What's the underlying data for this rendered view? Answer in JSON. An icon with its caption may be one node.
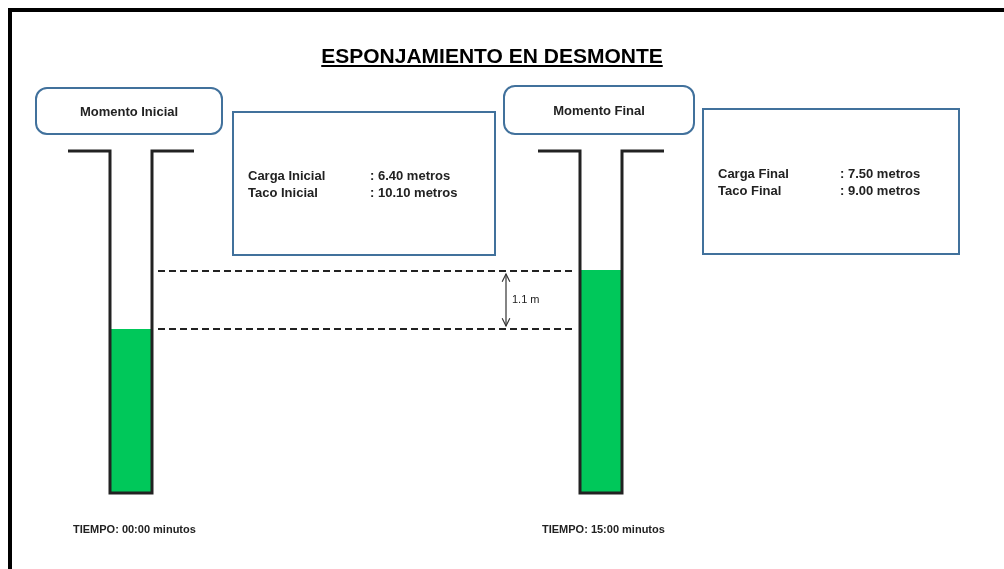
{
  "diagram": {
    "title": "ESPONJAMIENTO EN DESMONTE",
    "nodes": [
      {
        "text": [
          "Momento Inicial"
        ]
      },
      {
        "text": [
          "Carga Inicial",
          ": 6.40 metros",
          "Taco Inicial",
          ": 10.10 metros"
        ]
      },
      {
        "text": [
          "Momento Final"
        ]
      },
      {
        "text": [
          "Carga Final",
          ": 7.50 metros",
          "Taco Final",
          ": 9.00 metros"
        ]
      }
    ],
    "labels": [
      "1.1 m",
      "TIEMPO: 00:00 minutos",
      "TIEMPO: 15:00 minutos"
    ]
  }
}
